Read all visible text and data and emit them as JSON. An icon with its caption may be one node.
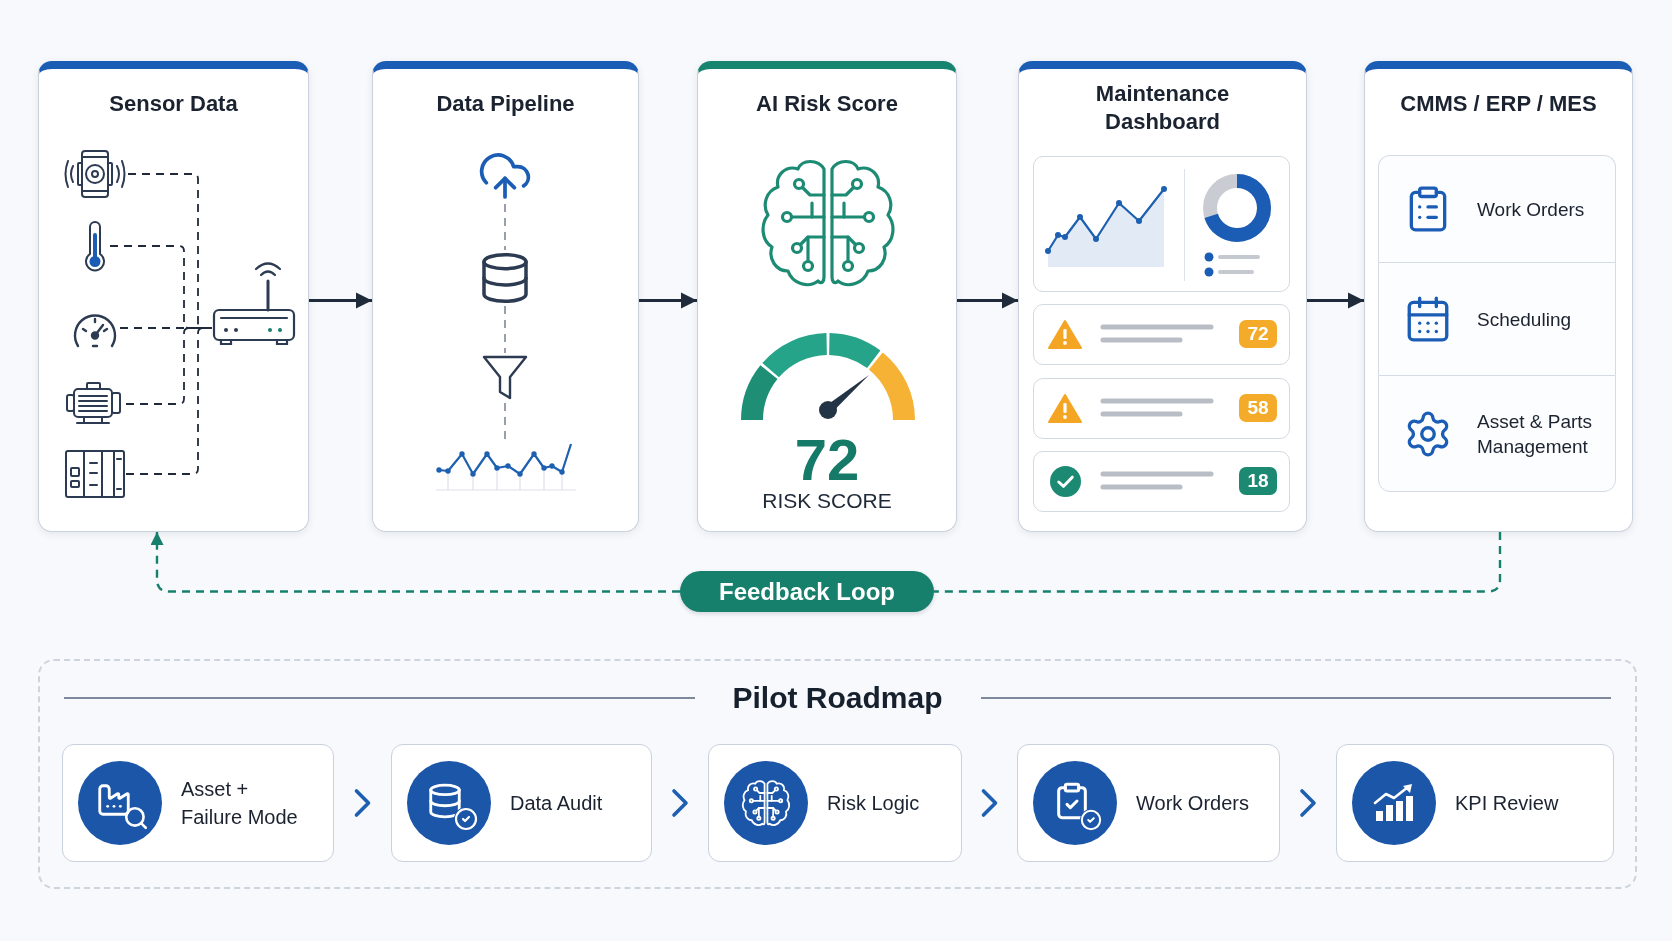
{
  "diagram": {
    "nodes": [
      {
        "text": [
          "Sensor Data"
        ]
      },
      {
        "text": [],
        "shape": "picture",
        "in": 0
      },
      {
        "text": [],
        "shape": "picture",
        "in": 0
      },
      {
        "text": [],
        "shape": "picture",
        "in": 0
      },
      {
        "text": [],
        "shape": "picture",
        "in": 0
      },
      {
        "text": [],
        "shape": "picture",
        "in": 0
      },
      {
        "text": [],
        "shape": "picture",
        "in": 0
      },
      {
        "text": [
          "Data Pipeline"
        ]
      },
      {
        "text": [],
        "shape": "picture",
        "in": 7
      },
      {
        "text": [],
        "shape": "picture",
        "in": 7
      },
      {
        "text": [],
        "shape": "picture",
        "in": 7
      },
      {
        "text": [],
        "shape": "picture",
        "in": 7
      },
      {
        "text": [
          "AI Risk Score",
          "72",
          "RISK SCORE"
        ]
      },
      {
        "text": [
          "Maintenance Dashboard"
        ]
      },
      {
        "text": [
          "72"
        ],
        "in": 13
      },
      {
        "text": [
          "58"
        ],
        "in": 13
      },
      {
        "text": [
          "18"
        ],
        "in": 13
      },
      {
        "text": [
          "CMMS / ERP / MES"
        ]
      },
      {
        "text": [
          "Work Orders"
        ],
        "in": 17
      },
      {
        "text": [
          "Scheduling"
        ],
        "in": 17
      },
      {
        "text": [
          "Asset & Parts Management"
        ],
        "in": 17
      },
      {
        "text": [
          "Feedback Loop"
        ]
      },
      {
        "text": [
          "Pilot Roadmap"
        ]
      },
      {
        "text": [
          "Asset + Failure Mode"
        ],
        "in": 22
      },
      {
        "text": [
          "Data Audit"
        ],
        "in": 22
      },
      {
        "text": [
          "Risk Logic"
        ],
        "in": 22
      },
      {
        "text": [
          "Work Orders"
        ],
        "in": 22
      },
      {
        "text": [
          "KPI Review"
        ],
        "in": 22
      }
    ],
    "edges": [
      {
        "from": 1,
        "to": 6,
        "arrow": "none",
        "style": "dashed"
      },
      {
        "from": 2,
        "to": 6,
        "arrow": "none",
        "style": "dashed"
      },
      {
        "from": 3,
        "to": 6,
        "arrow": "none",
        "style": "dashed"
      },
      {
        "from": 4,
        "to": 6,
        "arrow": "none",
        "style": "dashed"
      },
      {
        "from": 5,
        "to": 6,
        "arrow": "none",
        "style": "dashed"
      },
      {
        "from": 8,
        "to": 9,
        "arrow": "none",
        "style": "dashed",
        "color": "#8d96a4"
      },
      {
        "from": 9,
        "to": 10,
        "arrow": "none",
        "style": "dashed",
        "color": "#8d96a4"
      },
      {
        "from": 10,
        "to": 11,
        "arrow": "none",
        "style": "dashed",
        "color": "#8d96a4"
      },
      {
        "from": 0,
        "to": 7,
        "arrow": "to"
      },
      {
        "from": 7,
        "to": 12,
        "arrow": "to"
      },
      {
        "from": 12,
        "to": 13,
        "arrow": "to"
      },
      {
        "from": 13,
        "to": 17,
        "arrow": "to"
      },
      {
        "from": 17,
        "to": 21,
        "arrow": "none",
        "style": "dashed",
        "color": "#17806d"
      },
      {
        "from": 21,
        "to": 0,
        "arrow": "to",
        "style": "dashed",
        "color": "#17806d"
      },
      {
        "from": 23,
        "to": 24,
        "arrow": "to",
        "color": "#1d5fb0"
      },
      {
        "from": 24,
        "to": 25,
        "arrow": "to",
        "color": "#1d5fb0"
      },
      {
        "from": 25,
        "to": 26,
        "arrow": "to",
        "color": "#1d5fb0"
      },
      {
        "from": 26,
        "to": 27,
        "arrow": "to",
        "color": "#1d5fb0"
      }
    ]
  }
}
